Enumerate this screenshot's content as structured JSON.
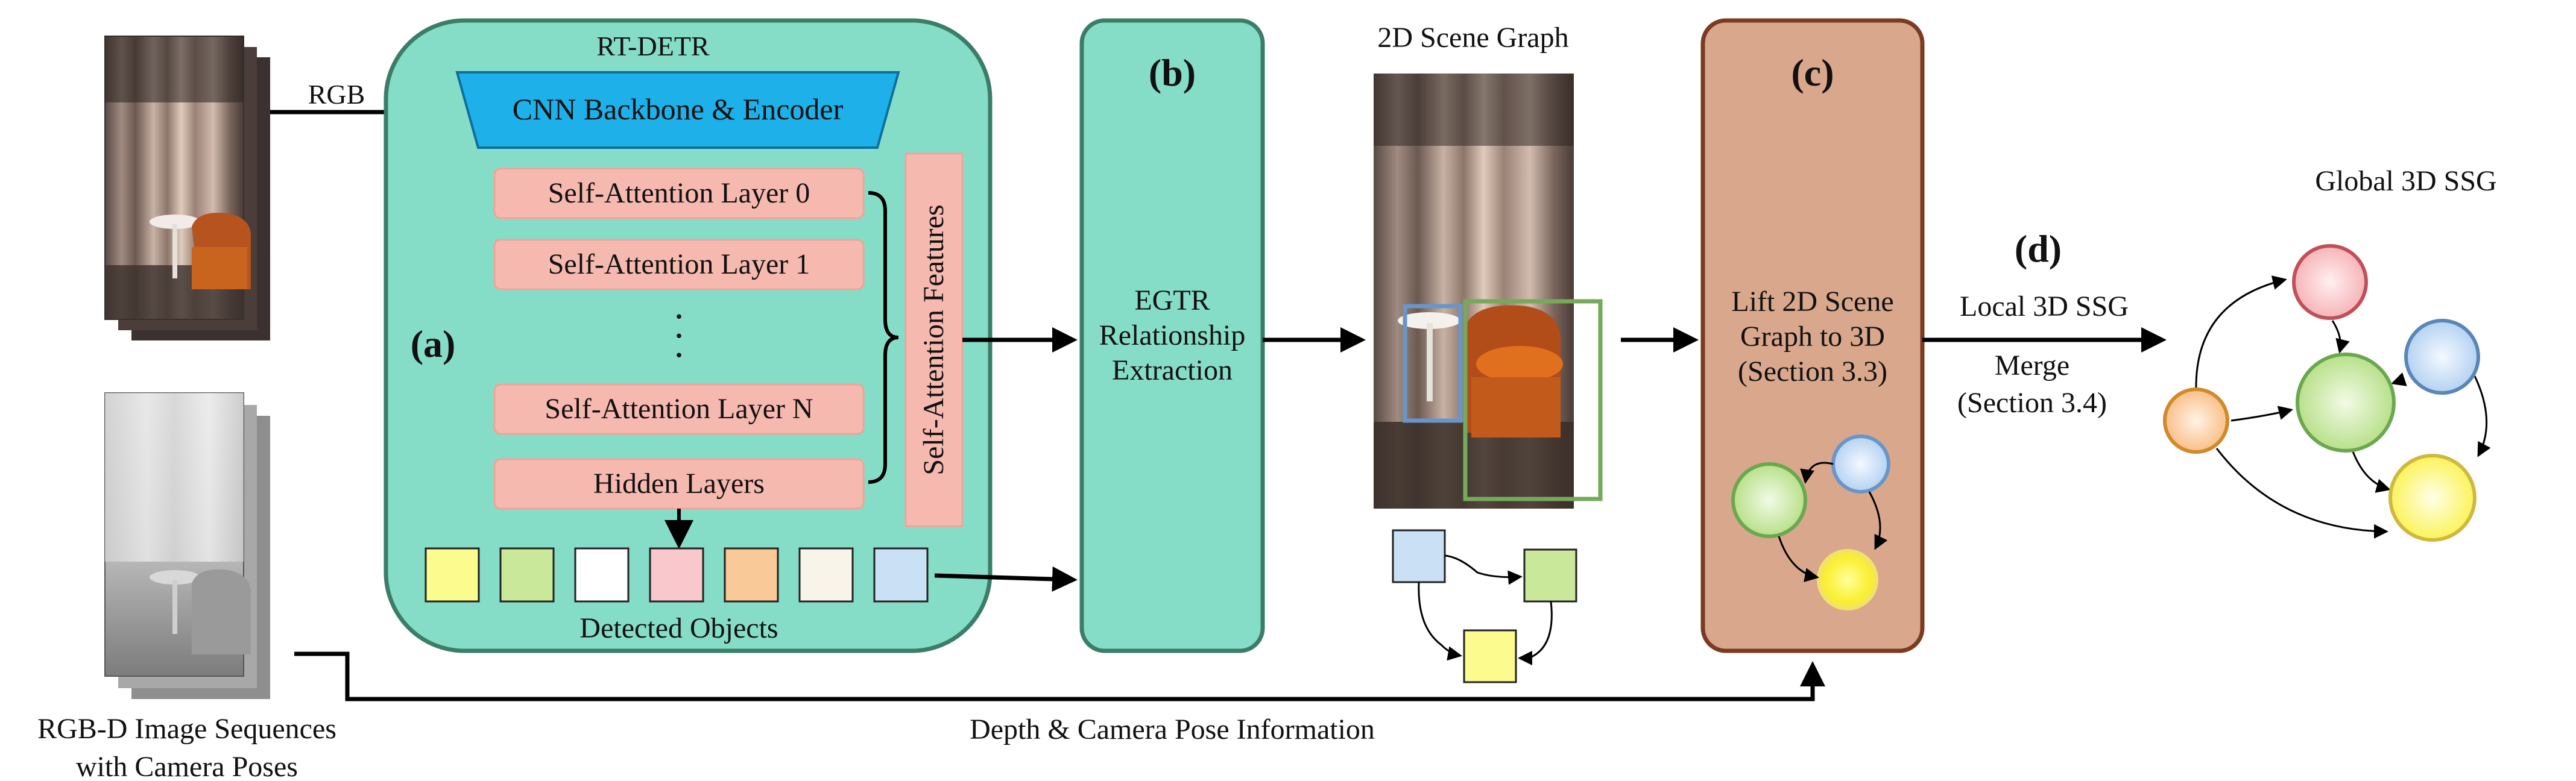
{
  "diagram": {
    "input": {
      "rgb_label": "RGB",
      "caption_line1": "RGB-D Image Sequences",
      "caption_line2": "with Camera Poses"
    },
    "rtdetr": {
      "title": "RT-DETR",
      "backbone": "CNN Backbone & Encoder",
      "layers": [
        "Self-Attention Layer 0",
        "Self-Attention Layer 1",
        ".",
        ".",
        ".",
        "Self-Attention Layer N"
      ],
      "hidden": "Hidden Layers",
      "features": "Self-Attention Features",
      "tag": "(a)",
      "detected": "Detected Objects"
    },
    "egtr": {
      "tag": "(b)",
      "lines": [
        "EGTR",
        "Relationship",
        "Extraction"
      ]
    },
    "scene_graph_2d": {
      "title": "2D Scene Graph"
    },
    "lift": {
      "tag": "(c)",
      "lines": [
        "Lift 2D Scene",
        "Graph to 3D",
        "(Section 3.3)"
      ]
    },
    "merge": {
      "tag": "(d)",
      "local_label": "Local 3D SSG",
      "merge_lines": [
        "Merge",
        "(Section 3.4)"
      ]
    },
    "global": {
      "title": "Global 3D SSG"
    },
    "depth_label": "Depth & Camera Pose Information",
    "colors": {
      "rtdetr_fill": "#86ddc7",
      "box_border": "#3b7d68",
      "backbone": "#1eb0e8",
      "layer_fill": "#f6b9b0",
      "lift_fill": "#d9a78c",
      "lift_border": "#7a3b20"
    },
    "detected_swatches": [
      "#fbfb8e",
      "#c9e89a",
      "#ffffff",
      "#f8c8cc",
      "#fac998",
      "#f8f4ea",
      "#c9e0f5"
    ]
  }
}
